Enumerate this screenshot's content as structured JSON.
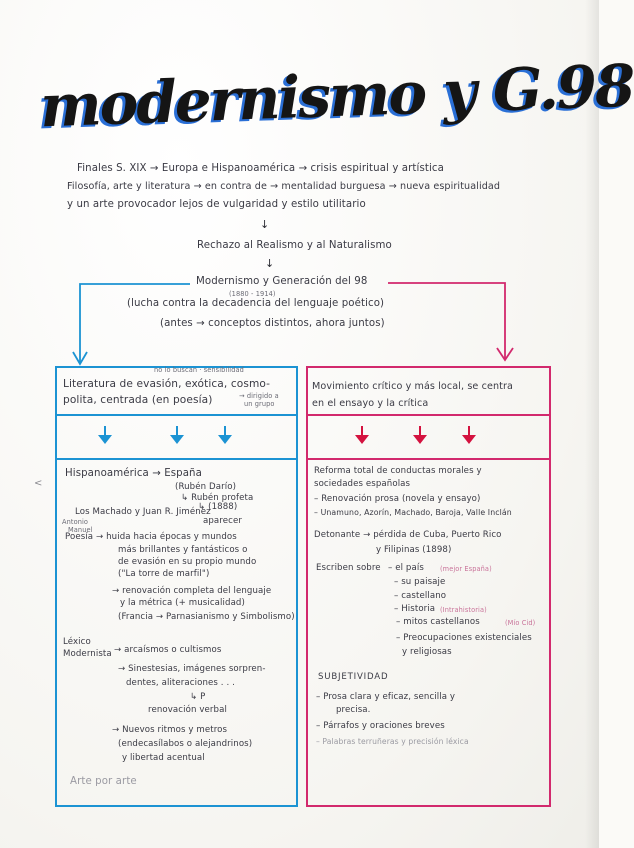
{
  "title": "modernismo y G.98",
  "intro": {
    "line1": "Finales S. XIX → Europa e Hispanoamérica → crisis espiritual y artística",
    "line2": "Filosofía, arte y literatura → en contra de → mentalidad burguesa → nueva espiritualidad",
    "line3": "y un arte provocador lejos de vulgaridad y estilo utilitario",
    "step1": "Rechazo al Realismo y al Naturalismo",
    "step2": "Modernismo y Generación del 98",
    "dates": "(1880 - 1914)",
    "step2_note1": "(lucha contra la decadencia del lenguaje poético)",
    "step2_note2": "(antes → conceptos distintos, ahora juntos)"
  },
  "left": {
    "note_above": "no lo buscan · sensibilidad",
    "header_l1": "Literatura de evasión, exótica, cosmo-",
    "header_l2": "polita, centrada (en poesía)",
    "header_side_l1": "→ dirigido a",
    "header_side_l2": "un grupo",
    "b1": "Hispanoamérica → España",
    "b1a": "(Rubén Darío)",
    "b1b": "↳ Rubén profeta",
    "b1c": "↳ (1888)",
    "b2": "Los Machado y Juan R. Jiménez",
    "b2a": "Antonio",
    "b2b": "Manuel",
    "b2c": "aparecer",
    "b3_l1": "Poesía → huida hacia épocas y mundos",
    "b3_l2": "más brillantes y fantásticos o",
    "b3_l3": "de evasión en su propio mundo",
    "b3_l4": "(\"La torre de marfil\")",
    "b4_l1": "→ renovación completa del lenguaje",
    "b4_l2": "y la métrica (+ musicalidad)",
    "b4_l3": "(Francia → Parnasianismo y Simbolismo)",
    "b5_label1": "Léxico",
    "b5_label2": "Modernista",
    "b5_l1": "→ arcaísmos o cultismos",
    "b5_l2": "→ Sinestesias, imágenes sorpren-",
    "b5_l3": "dentes, aliteraciones . . .",
    "b5_l4": "↳ P",
    "b5_l5": "renovación verbal",
    "b6_l1": "→ Nuevos ritmos y metros",
    "b6_l2": "(endecasílabos o alejandrinos)",
    "b6_l3": "y libertad acentual",
    "footer": "Arte por arte"
  },
  "right": {
    "header_l1": "Movimiento crítico y más local, se centra",
    "header_l2": "en el ensayo y la crítica",
    "c1_l1": "Reforma total de conductas morales y",
    "c1_l2": "sociedades españolas",
    "c1_l3": "– Renovación prosa (novela y ensayo)",
    "c1_l4": "– Unamuno, Azorín, Machado, Baroja, Valle Inclán",
    "c2_l1": "Detonante → pérdida de Cuba, Puerto Rico",
    "c2_l2": "y Filipinas (1898)",
    "c3_label": "Escriben sobre",
    "c3_l1": "– el país",
    "c3_l1_note": "(mejor España)",
    "c3_l2": "– su paisaje",
    "c3_l3": "– castellano",
    "c3_l4": "– Historia",
    "c3_l4_note": "(Intrahistoria)",
    "c3_l5": "– mitos castellanos",
    "c3_l5_note": "(Mío Cid)",
    "c3_l6": "– Preocupaciones existenciales",
    "c3_l7": "y religiosas",
    "c4_title": "SUBJETIVIDAD",
    "c4_l1": "– Prosa clara y eficaz, sencilla y",
    "c4_l2": "precisa.",
    "c4_l3": "– Párrafos y oraciones breves",
    "c4_l4": "– Palabras terruñeras y precisión léxica"
  },
  "colors": {
    "blue": "#1c93d3",
    "pink": "#d2296d",
    "red_arrow": "#d4123f",
    "title_shadow": "#2a6fd6"
  }
}
